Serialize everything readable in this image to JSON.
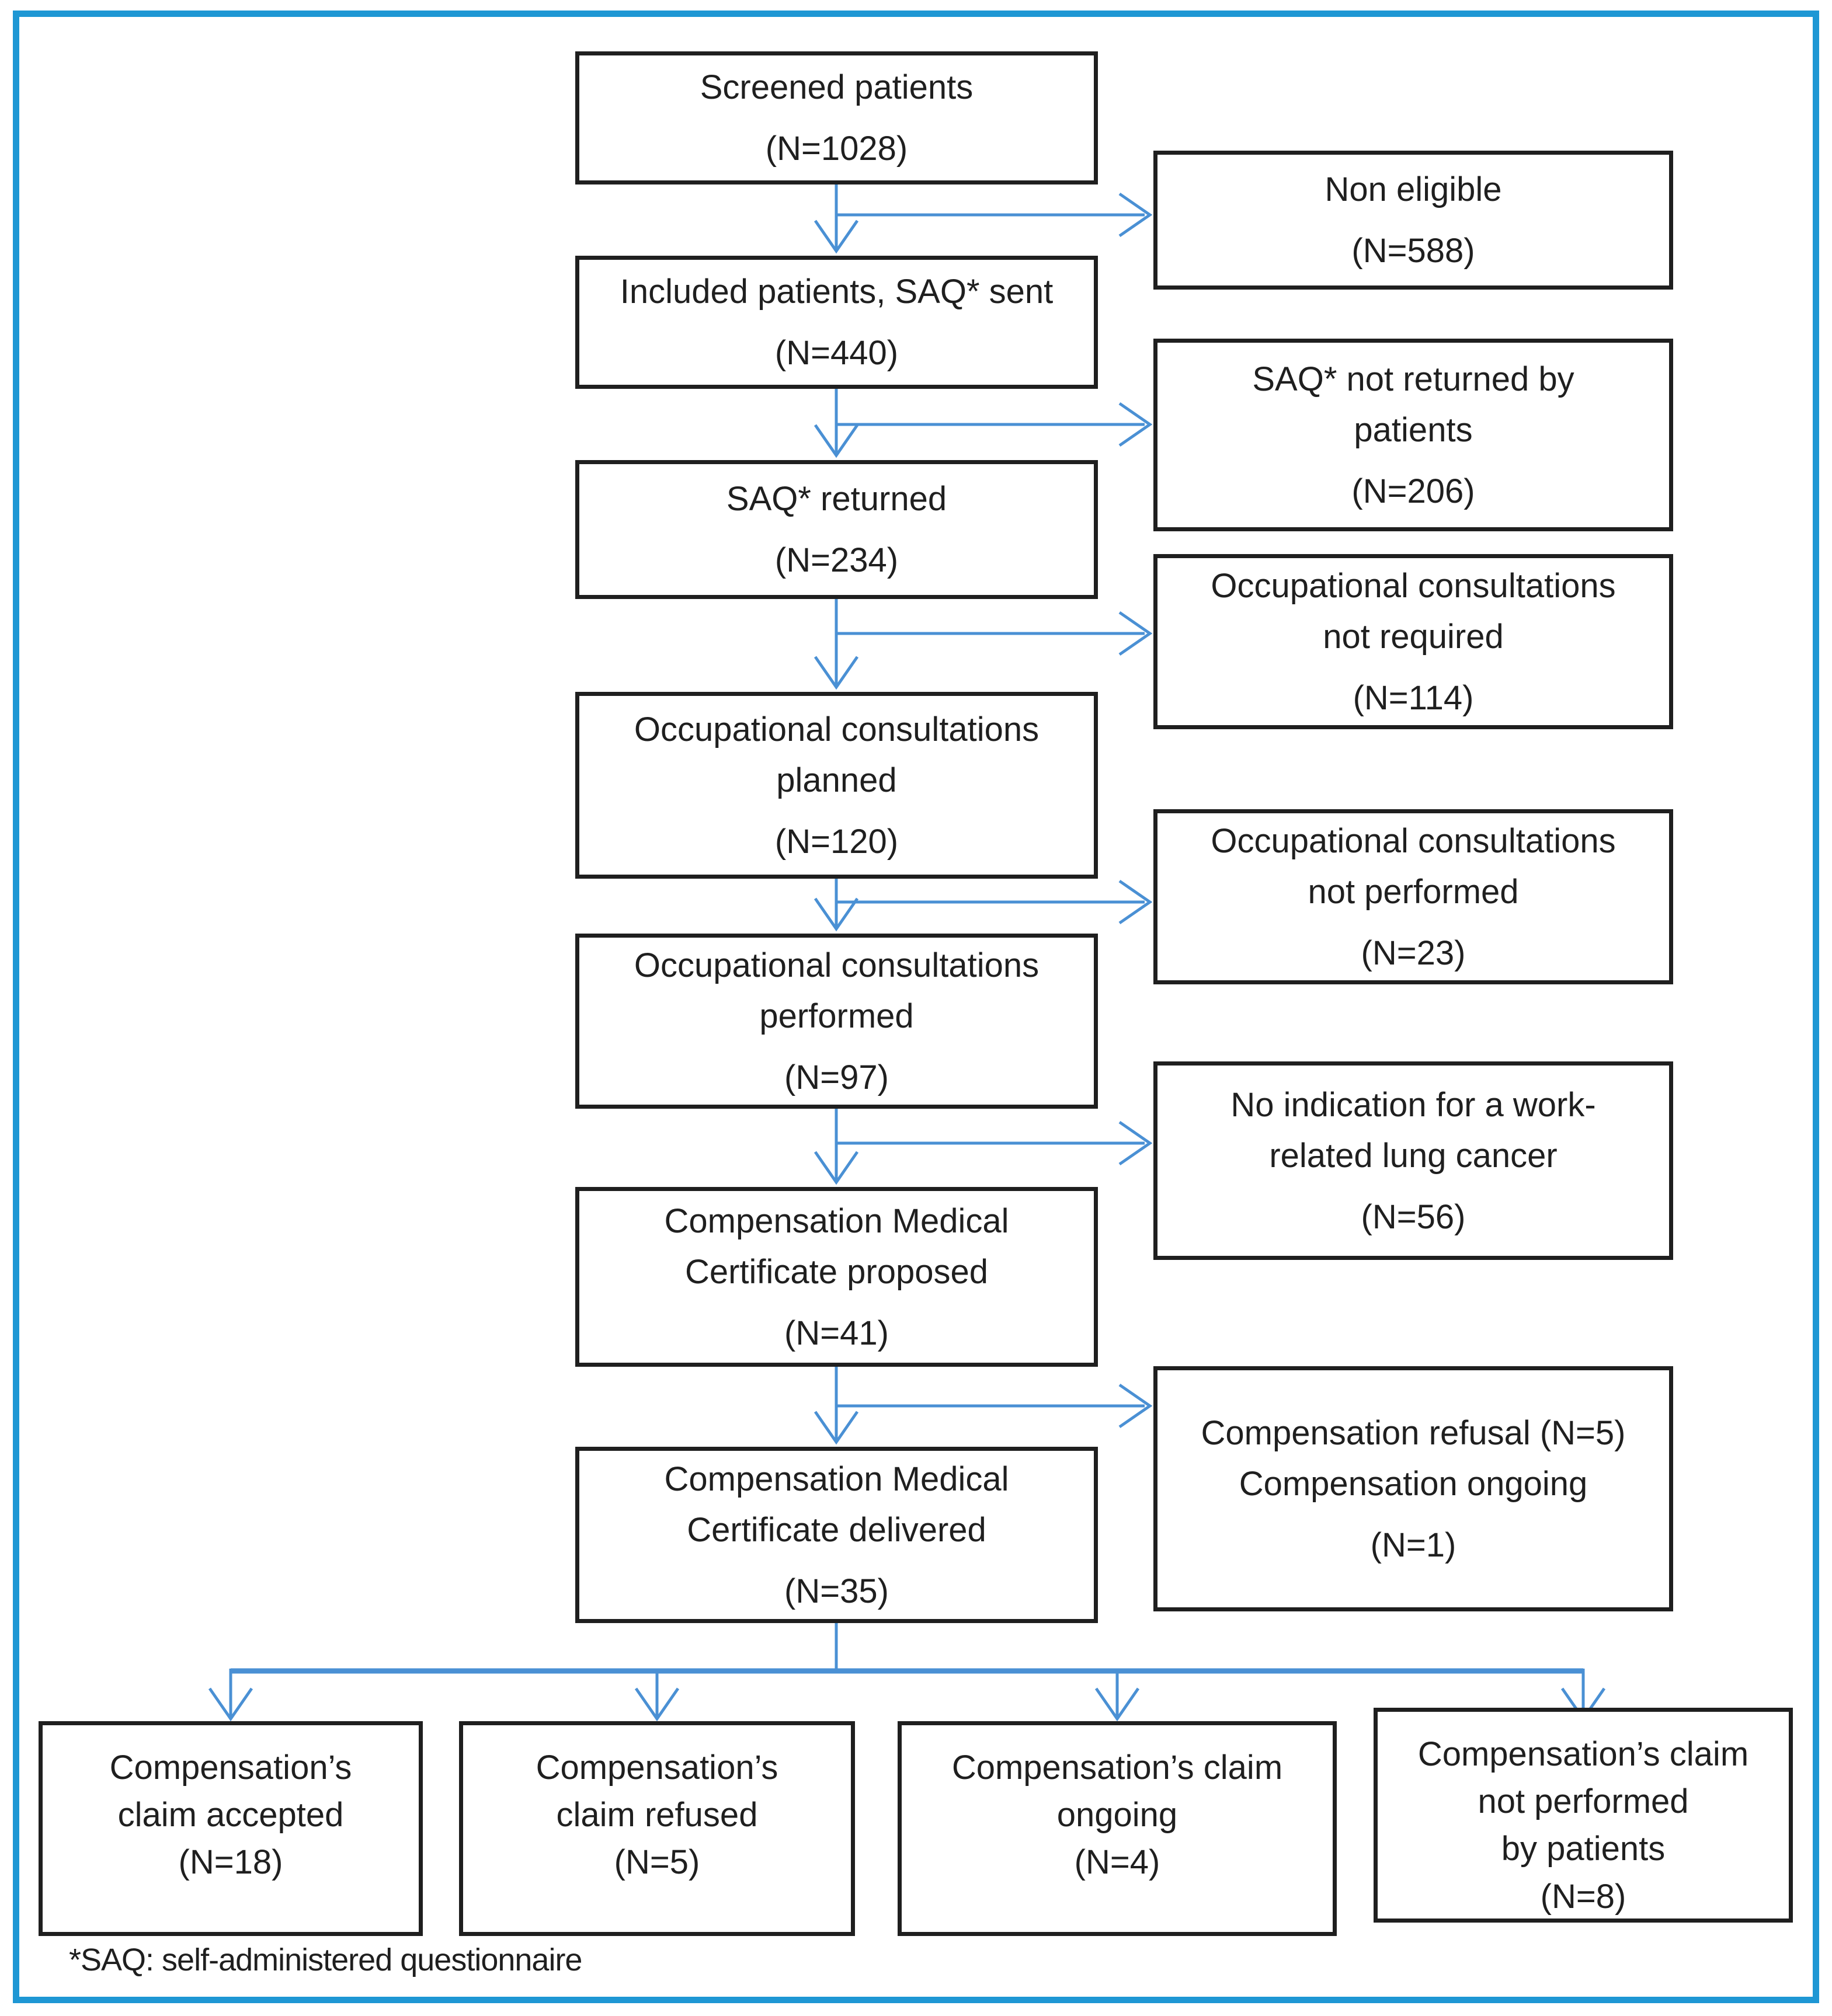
{
  "flow": {
    "main": [
      {
        "lines": [
          "Screened patients"
        ],
        "n": "(N=1028)"
      },
      {
        "lines": [
          "Included patients, SAQ* sent"
        ],
        "n": "(N=440)"
      },
      {
        "lines": [
          "SAQ* returned"
        ],
        "n": "(N=234)"
      },
      {
        "lines": [
          "Occupational consultations",
          "planned"
        ],
        "n": "(N=120)"
      },
      {
        "lines": [
          "Occupational consultations",
          "performed"
        ],
        "n": "(N=97)"
      },
      {
        "lines": [
          "Compensation Medical",
          "Certificate proposed"
        ],
        "n": "(N=41)"
      },
      {
        "lines": [
          "Compensation Medical",
          "Certificate delivered"
        ],
        "n": "(N=35)"
      }
    ],
    "side": [
      {
        "lines": [
          "Non eligible"
        ],
        "n": "(N=588)"
      },
      {
        "lines": [
          "SAQ* not returned by",
          "patients"
        ],
        "n": "(N=206)"
      },
      {
        "lines": [
          "Occupational consultations",
          "not required"
        ],
        "n": "(N=114)"
      },
      {
        "lines": [
          "Occupational consultations",
          "not performed"
        ],
        "n": "(N=23)"
      },
      {
        "lines": [
          "No indication for a work-",
          "related lung cancer"
        ],
        "n": "(N=56)"
      },
      {
        "lines": [
          "Compensation refusal (N=5)",
          "Compensation ongoing"
        ],
        "n": "(N=1)"
      }
    ],
    "outcomes": [
      {
        "lines": [
          "Compensation’s",
          "claim accepted",
          "(N=18)"
        ]
      },
      {
        "lines": [
          "Compensation’s",
          "claim refused",
          "(N=5)"
        ]
      },
      {
        "lines": [
          "Compensation’s claim",
          "ongoing",
          "(N=4)"
        ]
      },
      {
        "lines": [
          "Compensation’s claim",
          "not performed",
          "by patients",
          "(N=8)"
        ]
      }
    ],
    "footnote": "*SAQ: self-administered questionnaire",
    "colors": {
      "frame": "#1e97d4",
      "arrow": "#4a90d4",
      "box_border": "#1f1f1f"
    }
  }
}
